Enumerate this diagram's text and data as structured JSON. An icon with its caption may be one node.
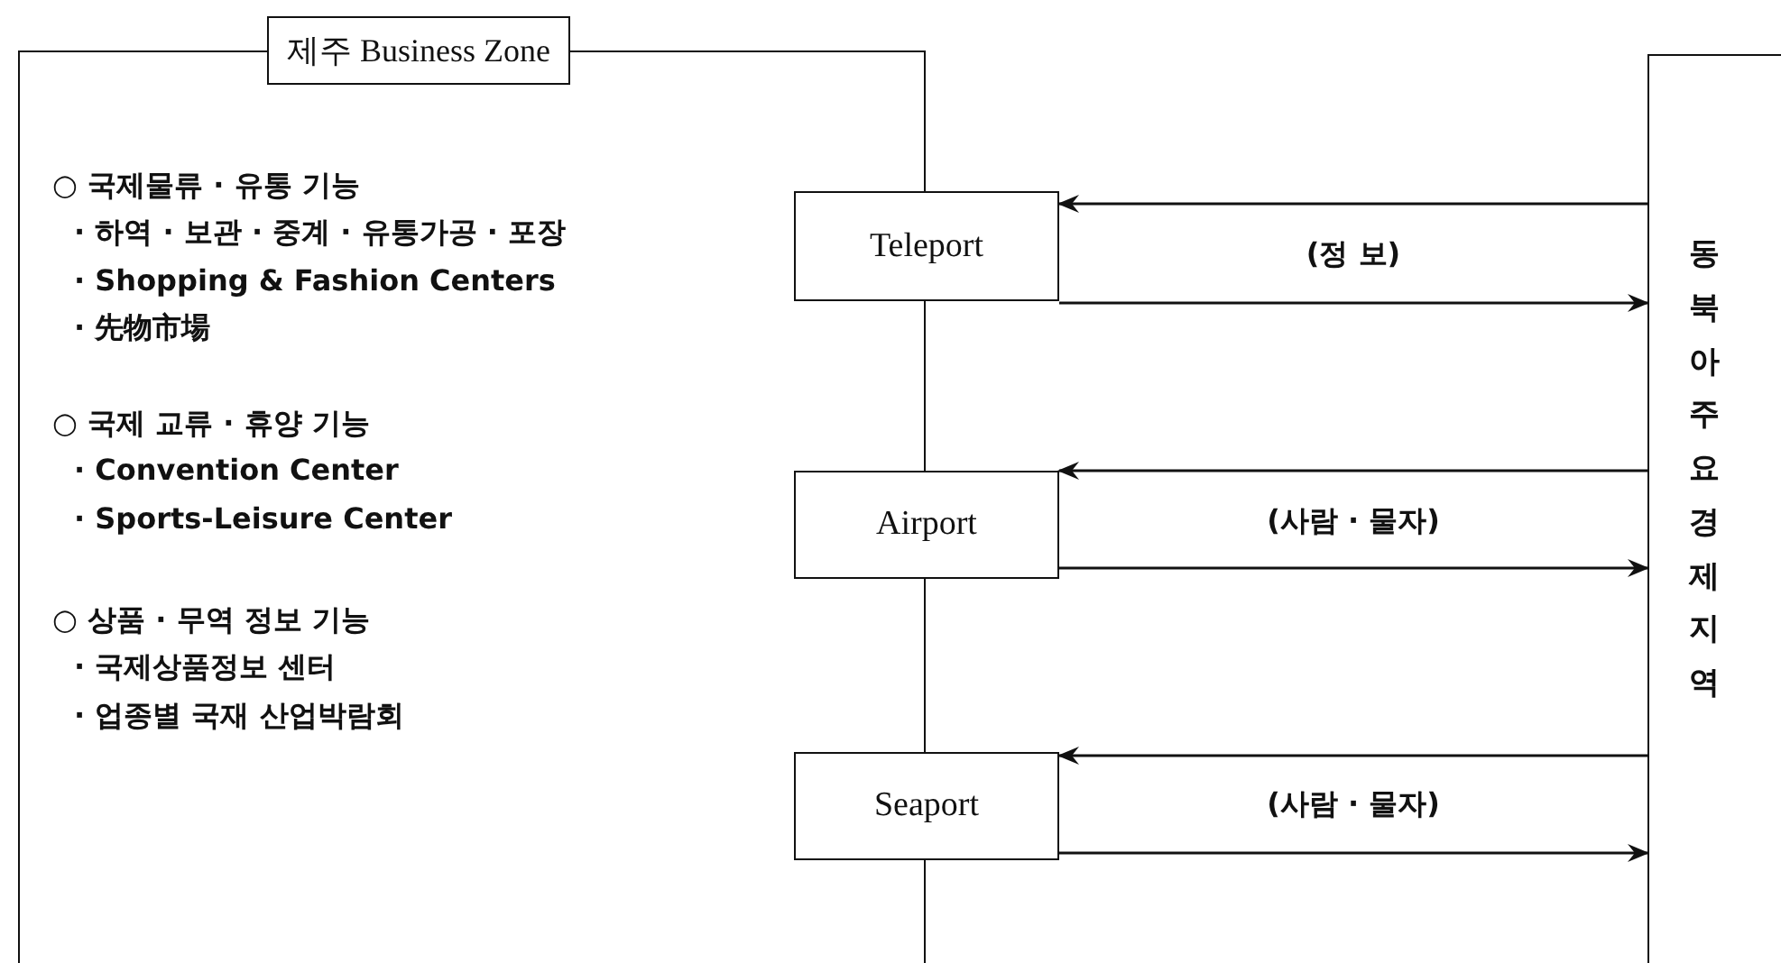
{
  "diagram": {
    "nodes": [
      {
        "text": [
          "제주 Business Zone",
          "○ 국제물류 · 유통 기능",
          "· 하역 · 보관 · 중계 · 유통가공 · 포장",
          "· Shopping & Fashion Centers",
          "· 先物市場",
          "○ 국제 교류 · 휴양 기능",
          "· Convention Center",
          "· Sports-Leisure Center",
          "○ 상품 · 무역 정보 기능",
          "· 국제상품정보 센터",
          "· 업종별 국재 산업박람회"
        ]
      },
      {
        "text": [
          "Teleport"
        ]
      },
      {
        "text": [
          "Airport"
        ]
      },
      {
        "text": [
          "Seaport"
        ]
      },
      {
        "text": [
          "동북아 주요 경제지역"
        ]
      }
    ],
    "edges": [
      {
        "from": 4,
        "to": 1,
        "arrow": "to"
      },
      {
        "from": 1,
        "to": 4,
        "arrow": "to",
        "label": "(정 보)"
      },
      {
        "from": 4,
        "to": 2,
        "arrow": "to"
      },
      {
        "from": 2,
        "to": 4,
        "arrow": "to",
        "label": "(사람 · 물자)"
      },
      {
        "from": 4,
        "to": 3,
        "arrow": "to"
      },
      {
        "from": 3,
        "to": 4,
        "arrow": "to",
        "label": "(사람 · 물자)"
      }
    ]
  }
}
